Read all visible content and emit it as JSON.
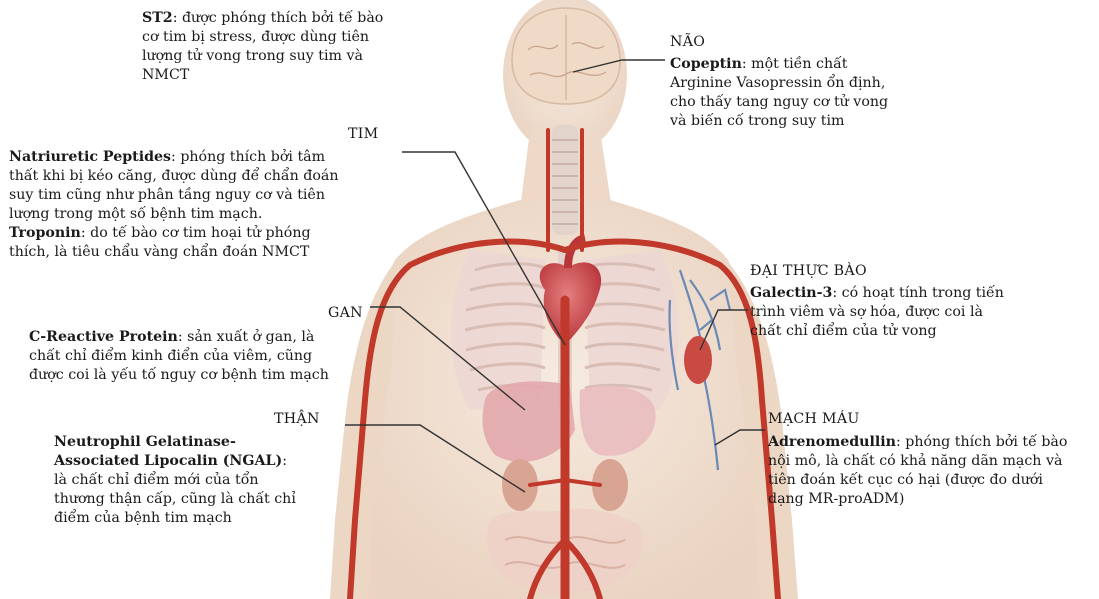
{
  "annotations": {
    "st2": {
      "term": "ST2",
      "desc_lines": [
        ": được phóng thích bởi tế bào",
        "cơ tim bị stress, được dùng tiên",
        "lượng tử vong trong suy tim và",
        "NMCT"
      ]
    },
    "brain": {
      "organ": "NÃO",
      "term": "Copeptin",
      "desc_lines": [
        ": một tiền chất",
        "Arginine Vasopressin ổn định,",
        "cho thấy tang nguy cơ tử vong",
        "và biến cố trong suy tim"
      ]
    },
    "heart": {
      "organ": "TIM",
      "term1": "Natriuretic Peptides",
      "desc1_lines": [
        ": phóng thích bởi tâm",
        "thất khi bị kéo căng, được dùng để chẩn đoán",
        "suy tim cũng như phân tầng nguy cơ và tiên",
        "lượng trong một số bệnh tim mạch."
      ],
      "term2": "Troponin",
      "desc2_lines": [
        ": do tế bào cơ tim hoại tử phóng",
        "thích, là tiêu chẩu vàng chẩn đoán NMCT"
      ]
    },
    "macrophage": {
      "organ": "ĐẠI THỰC BÀO",
      "term": "Galectin-3",
      "desc_lines": [
        ": có hoạt tính trong tiến",
        "trình viêm và sợ hóa, được coi là",
        "chất chỉ điểm của tử vong"
      ]
    },
    "liver": {
      "organ": "GAN",
      "term": "C-Reactive Protein",
      "desc_lines": [
        ": sản xuất ở gan, là",
        "chất chỉ điểm kinh điển của viêm,  cũng",
        "được coi là yếu tố nguy cơ bệnh tim mạch"
      ]
    },
    "kidney": {
      "organ": "THẬN",
      "term_lines": [
        "Neutrophil Gelatinase-",
        "Associated Lipocalin (NGAL)"
      ],
      "term_suffix": ":",
      "desc_lines": [
        "là chất chỉ điểm mới của tổn",
        "thương thận cấp, cũng là chất chỉ",
        "điểm của bệnh tim mạch"
      ]
    },
    "vessel": {
      "organ": "MẠCH MÁU",
      "term": "Adrenomedullin",
      "desc_lines": [
        ": phóng thích bởi tế bào",
        "nội mô, là chất có khả năng dãn mạch và",
        "tiên đoán kết cục có hại (được đo dưới",
        "dạng MR-proADM)"
      ]
    }
  },
  "colors": {
    "skin": "#f2e1d2",
    "artery": "#c0392b",
    "vein": "#6a8ab6",
    "organ_pink": "#e7b2b6",
    "leader_line": "#333333"
  }
}
